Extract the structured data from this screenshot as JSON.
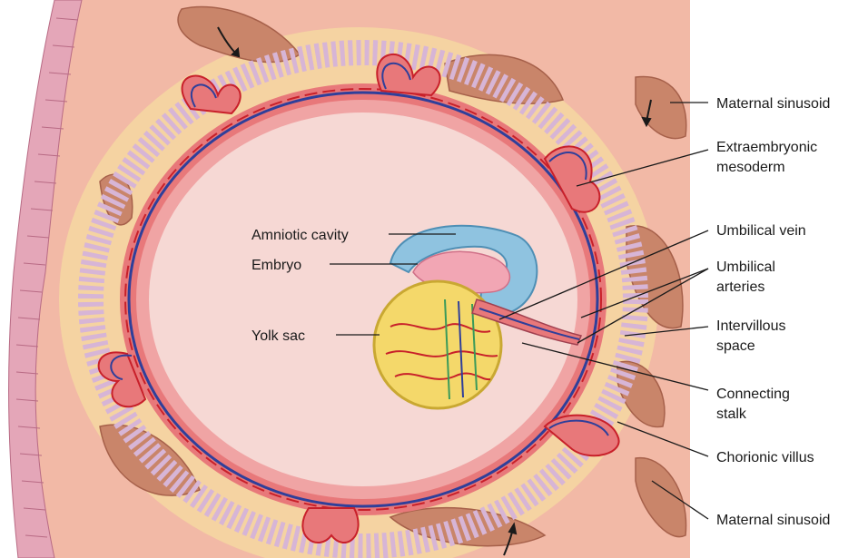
{
  "colors": {
    "background": "#ffffff",
    "tissue_base": "#f2b9a6",
    "tissue_light": "#f7cfbf",
    "decidua_band": "#f5dca0",
    "chorion_wall": "#e8787a",
    "cavity": "#f6d8d4",
    "amnion": "#8fc3e0",
    "embryo": "#f2a6b4",
    "yolk_sac": "#f4d86a",
    "vessel_vein": "#2f3f9a",
    "vessel_artery": "#c8202a",
    "sinusoid": "#c9856a",
    "epithelium": "#e4a6b8",
    "leader_line": "#1a1a1a"
  },
  "labels": {
    "maternal_sinusoid_top": "Maternal sinusoid",
    "extraembryonic_mesoderm_1": "Extraembryonic",
    "extraembryonic_mesoderm_2": "mesoderm",
    "umbilical_vein": "Umbilical vein",
    "umbilical_arteries_1": "Umbilical",
    "umbilical_arteries_2": "arteries",
    "intervillous_space_1": "Intervillous",
    "intervillous_space_2": "space",
    "connecting_stalk_1": "Connecting",
    "connecting_stalk_2": "stalk",
    "chorionic_villus": "Chorionic villus",
    "maternal_sinusoid_bottom": "Maternal sinusoid",
    "amniotic_cavity": "Amniotic cavity",
    "embryo": "Embryo",
    "yolk_sac": "Yolk sac"
  }
}
